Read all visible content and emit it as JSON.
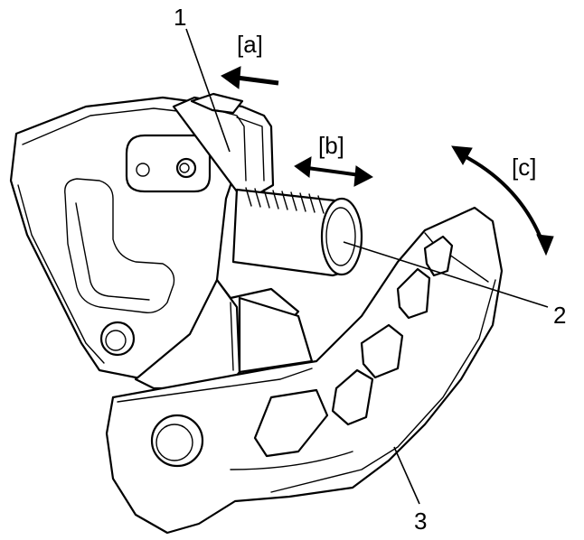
{
  "labels": {
    "callout_1": "1",
    "callout_2": "2",
    "callout_3": "3",
    "dir_a": "[a]",
    "dir_b": "[b]",
    "dir_c": "[c]"
  },
  "colors": {
    "line": "#000000",
    "background": "#ffffff"
  }
}
